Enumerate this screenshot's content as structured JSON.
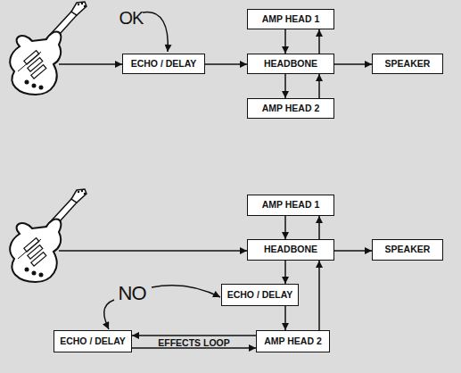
{
  "diagram": {
    "nodes": [
      {
        "text": [
          "AMP HEAD 1"
        ]
      },
      {
        "text": [
          "ECHO / DELAY"
        ]
      },
      {
        "text": [
          "HEADBONE"
        ]
      },
      {
        "text": [
          "SPEAKER"
        ]
      },
      {
        "text": [
          "AMP HEAD 2"
        ]
      },
      {
        "text": [
          "AMP HEAD 1"
        ]
      },
      {
        "text": [
          "HEADBONE"
        ]
      },
      {
        "text": [
          "SPEAKER"
        ]
      },
      {
        "text": [
          "ECHO / DELAY"
        ]
      },
      {
        "text": [
          "ECHO / DELAY"
        ]
      },
      {
        "text": [
          "AMP HEAD 2"
        ]
      }
    ],
    "edges": [
      {
        "from": 0,
        "to": 2,
        "arrow": "to"
      },
      {
        "from": 2,
        "to": 0,
        "arrow": "to"
      },
      {
        "from": 1,
        "to": 2,
        "arrow": "to"
      },
      {
        "from": 2,
        "to": 3,
        "arrow": "to"
      },
      {
        "from": 2,
        "to": 4,
        "arrow": "to"
      },
      {
        "from": 4,
        "to": 2,
        "arrow": "to"
      },
      {
        "from": 5,
        "to": 6,
        "arrow": "to"
      },
      {
        "from": 6,
        "to": 5,
        "arrow": "to"
      },
      {
        "from": 6,
        "to": 7,
        "arrow": "to"
      },
      {
        "from": 6,
        "to": 8,
        "arrow": "to"
      },
      {
        "from": 8,
        "to": 10,
        "arrow": "to"
      },
      {
        "from": 10,
        "to": 6,
        "arrow": "to"
      },
      {
        "from": 10,
        "to": 9,
        "label": "EFFECTS LOOP",
        "arrow": "to"
      },
      {
        "from": 9,
        "to": 10,
        "arrow": "to"
      }
    ],
    "labels": [
      "OK",
      "NO"
    ]
  }
}
